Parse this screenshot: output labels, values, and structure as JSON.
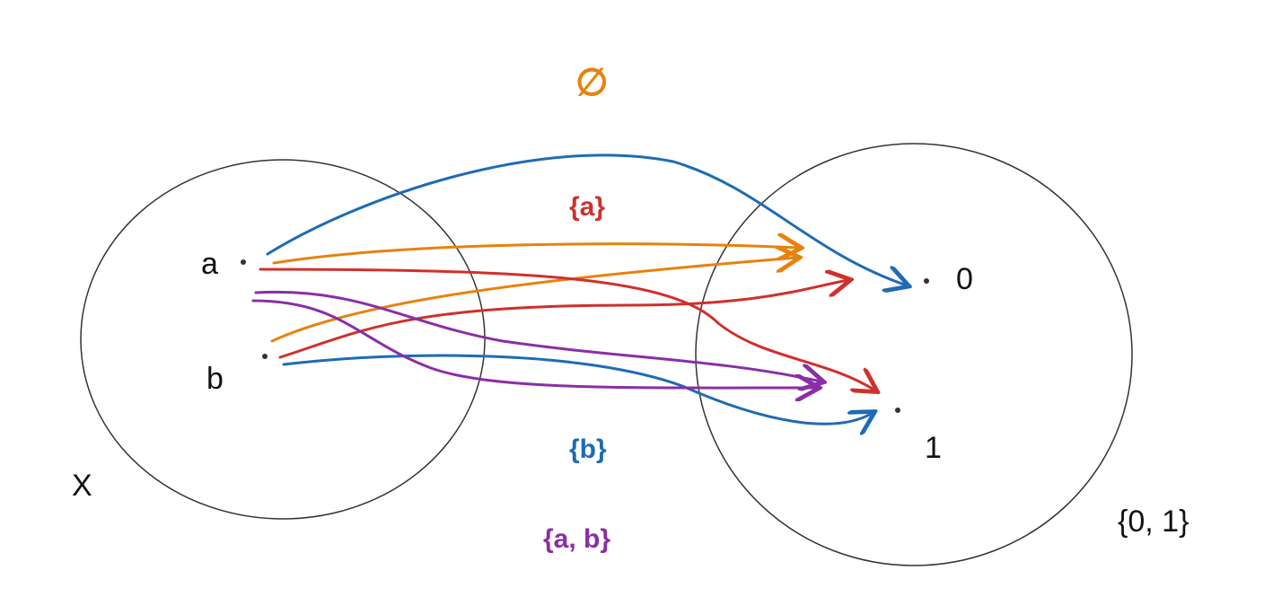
{
  "colors": {
    "empty": "#e8820c",
    "a": "#d0302c",
    "b": "#1f6bb4",
    "ab": "#8a2ea6",
    "ink": "#333333"
  },
  "domain_set": {
    "name": "X",
    "elements": [
      "a",
      "b"
    ]
  },
  "codomain_set": {
    "name": "{0, 1}",
    "elements": [
      "0",
      "1"
    ]
  },
  "functions": [
    {
      "label": "∅",
      "color_key": "empty",
      "maps": {
        "a": "0",
        "b": "0"
      }
    },
    {
      "label": "{a}",
      "color_key": "a",
      "maps": {
        "a": "1",
        "b": "0"
      }
    },
    {
      "label": "{b}",
      "color_key": "b",
      "maps": {
        "a": "0",
        "b": "1"
      }
    },
    {
      "label": "{a, b}",
      "color_key": "ab",
      "maps": {
        "a": "1",
        "b": "1"
      }
    }
  ]
}
